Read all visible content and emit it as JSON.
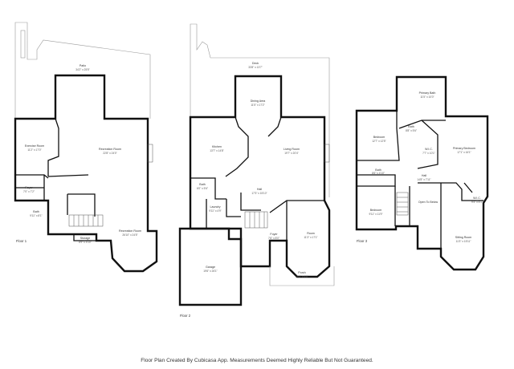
{
  "floors": [
    {
      "label": "Floor 1",
      "rooms": [
        {
          "name": "Patio",
          "dims": "34'2\" x 25'5\""
        },
        {
          "name": "Exercise Room",
          "dims": "11'2\" x 17'0\""
        },
        {
          "name": "Recreation Room",
          "dims": "22'8\" x 24'0\""
        },
        {
          "name": "Foyer",
          "dims": "7'0\" x 7'2\""
        },
        {
          "name": "Bath",
          "dims": "9'11\" x 8'1\""
        },
        {
          "name": "Storage",
          "dims": "8'9\" x 4'10\""
        },
        {
          "name": "Recreation Room",
          "dims": "26'10\" x 24'5\""
        }
      ]
    },
    {
      "label": "Floor 2",
      "rooms": [
        {
          "name": "Deck",
          "dims": "33'8\" x 13'7\""
        },
        {
          "name": "Dining Area",
          "dims": "11'5\" x 17'2\""
        },
        {
          "name": "Kitchen",
          "dims": "13'7\" x 14'8\""
        },
        {
          "name": "Living Room",
          "dims": "19'7\" x 20'4\""
        },
        {
          "name": "Bath",
          "dims": "6'0\" x 5'6\""
        },
        {
          "name": "Hall",
          "dims": "17'3\" x 15'10\""
        },
        {
          "name": "Laundry",
          "dims": "9'11\" x 4'9\""
        },
        {
          "name": "Foyer",
          "dims": "7'6\" x 8'0\""
        },
        {
          "name": "Room",
          "dims": "11'3\" x 17'1\""
        },
        {
          "name": "Garage",
          "dims": "19'6\" x 26'1\""
        },
        {
          "name": "Porch",
          "dims": "10'2\" x 6'5\""
        }
      ]
    },
    {
      "label": "Floor 3",
      "rooms": [
        {
          "name": "Primary Bath",
          "dims": "11'5\" x 10'0\""
        },
        {
          "name": "Bath",
          "dims": "8'8\" x 5'6\""
        },
        {
          "name": "Bedroom",
          "dims": "12'7\" x 12'5\""
        },
        {
          "name": "W.I.C.",
          "dims": "7'7\" x 10'1\""
        },
        {
          "name": "Primary Bedroom",
          "dims": "17'1\" x 16'1\""
        },
        {
          "name": "Bath",
          "dims": "8'6\" x 4'10\""
        },
        {
          "name": "Hall",
          "dims": "14'8\" x 7'11\""
        },
        {
          "name": "Open To Below",
          "dims": ""
        },
        {
          "name": "W.I.C.",
          "dims": "9'4\" x 6'1\""
        },
        {
          "name": "Bedroom",
          "dims": "9'11\" x 11'9\""
        },
        {
          "name": "Sitting Room",
          "dims": "11'3\" x 15'11\""
        }
      ]
    }
  ],
  "caption": "Floor Plan Created By Cubicasa App. Measurements Deemed Highly Reliable But Not Guaranteed."
}
